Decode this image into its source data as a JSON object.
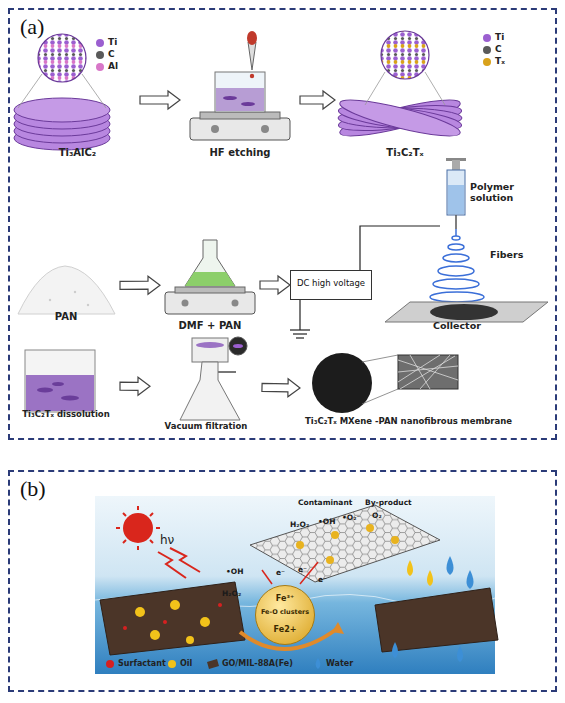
{
  "diagram": {
    "nodes": [
      {
        "text": [
          "(a)"
        ]
      },
      {
        "text": [
          "Ti₃AlC₂"
        ],
        "in": 0
      },
      {
        "text": [
          "HF etching"
        ],
        "in": 0
      },
      {
        "text": [
          "Ti₃C₂Tₓ"
        ],
        "in": 0
      },
      {
        "text": [
          "PAN"
        ],
        "in": 0
      },
      {
        "text": [
          "DMF + PAN"
        ],
        "in": 0
      },
      {
        "text": [
          "DC high voltage"
        ],
        "in": 0
      },
      {
        "text": [
          "Polymer solution"
        ],
        "in": 0
      },
      {
        "text": [
          "Fibers",
          "Collector"
        ],
        "in": 0
      },
      {
        "text": [
          "Ti₃C₂Tₓ dissolution"
        ],
        "in": 0
      },
      {
        "text": [
          "Vacuum filtration"
        ],
        "in": 0
      },
      {
        "text": [
          "Ti₃C₂Tₓ MXene -PAN nanofibrous membrane"
        ],
        "in": 0
      },
      {
        "text": [
          "(b)"
        ]
      },
      {
        "text": [
          "Fe³⁺",
          "Fe-O clusters",
          "Fe2+"
        ],
        "in": 12
      }
    ],
    "edges": [
      {
        "from": 1,
        "to": 2,
        "arrow": "to"
      },
      {
        "from": 2,
        "to": 3,
        "arrow": "to"
      },
      {
        "from": 4,
        "to": 5,
        "arrow": "to"
      },
      {
        "from": 5,
        "to": 6,
        "arrow": "to"
      },
      {
        "from": 6,
        "to": 7,
        "arrow": "none"
      },
      {
        "from": 9,
        "to": 10,
        "arrow": "to"
      },
      {
        "from": 10,
        "to": 11,
        "arrow": "to"
      }
    ],
    "labels": [
      "Contaminant",
      "By-product",
      "H₂O₂",
      "•OH",
      "•O₂⁻",
      "O₂",
      "•OH",
      "H₂O₂",
      "e⁻",
      "e⁻",
      "e⁻",
      "hν"
    ],
    "legend": [
      {
        "text": "Ti",
        "color": "#9b5fd0"
      },
      {
        "text": "C",
        "color": "#5a5a5a"
      },
      {
        "text": "Al",
        "color": "#d877c8"
      },
      {
        "text": "Ti",
        "color": "#9b5fd0"
      },
      {
        "text": "C",
        "color": "#5a5a5a"
      },
      {
        "text": "Tₓ",
        "color": "#d9a21b"
      },
      {
        "text": "Surfactant",
        "color": "#d62020"
      },
      {
        "text": "Oil",
        "color": "#f2c21a"
      },
      {
        "text": "GO/MIL-88A(Fe)"
      },
      {
        "text": "Water"
      }
    ]
  }
}
